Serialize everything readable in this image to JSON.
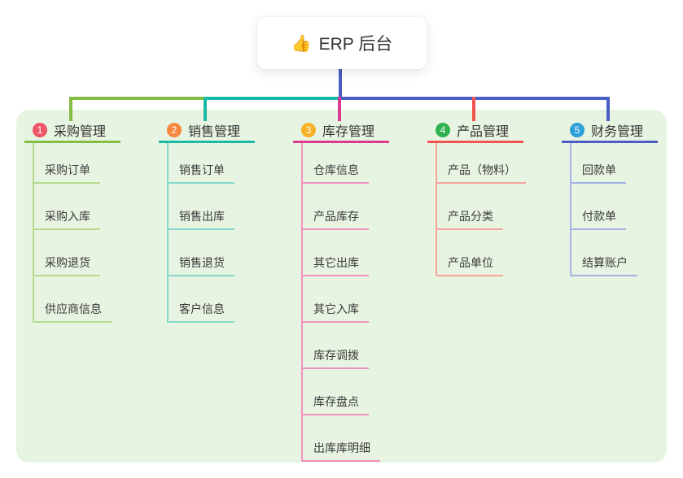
{
  "root": {
    "icon": "👍",
    "title": "ERP 后台"
  },
  "branches": [
    {
      "number": "1",
      "label": "采购管理",
      "badge_color": "#ee5566",
      "line_color": "#84bd44",
      "child_line_color": "#b6d98d",
      "children": [
        "采购订单",
        "采购入库",
        "采购退货",
        "供应商信息"
      ]
    },
    {
      "number": "2",
      "label": "销售管理",
      "badge_color": "#f6893d",
      "line_color": "#18b9a5",
      "child_line_color": "#86d7cb",
      "children": [
        "销售订单",
        "销售出库",
        "销售退货",
        "客户信息"
      ]
    },
    {
      "number": "3",
      "label": "库存管理",
      "badge_color": "#f8b227",
      "line_color": "#dc3a8f",
      "child_line_color": "#f092c0",
      "children": [
        "仓库信息",
        "产品库存",
        "其它出库",
        "其它入库",
        "库存调拨",
        "库存盘点",
        "出库库明细"
      ]
    },
    {
      "number": "4",
      "label": "产品管理",
      "badge_color": "#2fb24f",
      "line_color": "#f2544e",
      "child_line_color": "#f7a39d",
      "children": [
        "产品（物料）",
        "产品分类",
        "产品单位"
      ]
    },
    {
      "number": "5",
      "label": "财务管理",
      "badge_color": "#2d9fd9",
      "line_color": "#4a5ec5",
      "child_line_color": "#a3b1e4",
      "children": [
        "回款单",
        "付款单",
        "结算账户"
      ]
    }
  ],
  "colors": {
    "panel_bg": "#e8f4e2",
    "root_connector": "#4a5ec5",
    "text": "#333333"
  }
}
